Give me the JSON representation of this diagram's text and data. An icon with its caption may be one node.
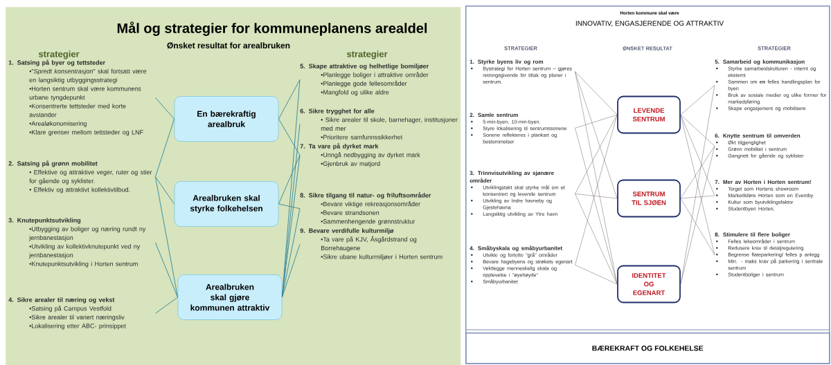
{
  "diagram": {
    "nodes": [
      {
        "text": [
          "Mål og strategier for kommuneplanens arealdel",
          "Ønsket resultat for arealbruken",
          "strategier",
          "strategier"
        ]
      },
      {
        "text": [
          "1. Satsing på byer og tettsteder",
          "•\"*Spredt konsentrasjon*\" skal fortsatt være en langsiktig utbyggingsstrategi",
          "•Horten sentrum skal være kommunens urbane tyngdepunkt",
          "•Konsentrerte tettsteder med korte avstander",
          "•Arealøkonomisering",
          "•Klare grenser mellom tettsteder og LNF"
        ],
        "in": 0
      },
      {
        "text": [
          "2. Satsing på grønn mobilitet",
          "• Effektive og attraktive veger, ruter og stier for gående og syklister.",
          "• Effektiv og attraktivt kollektivtilbud."
        ],
        "in": 0
      },
      {
        "text": [
          "3. Knutepunktsutvikling",
          "•Utbygging av boliger og næring rundt ny jernbanestasjon",
          "•Utvikling av kollektivknutepunkt ved ny jernbanestasjon",
          "•Knutepunktsutvikling i Horten sentrum"
        ],
        "in": 0
      },
      {
        "text": [
          "4. Sikre arealer til næring og vekst",
          "•Satsing på Campus Vestfold",
          "•Sikre arealer til variert næringsliv",
          "•Lokalisering etter ABC- prinsippet"
        ],
        "in": 0
      },
      {
        "text": [
          "En bærekraftig arealbruk"
        ],
        "in": 0
      },
      {
        "text": [
          "Arealbruken skal styrke folkehelsen"
        ],
        "in": 0
      },
      {
        "text": [
          "Arealbruken skal gjøre kommunen attraktiv"
        ],
        "in": 0
      },
      {
        "text": [
          "5. Skape attraktive og helhetlige bomiljøer",
          "•Planlegge boliger i attraktive områder",
          "•Planlegge gode fellesområder",
          "•Mangfold og ulike aldre"
        ],
        "in": 0
      },
      {
        "text": [
          "6. Sikre trygghet for alle",
          "• Sikre arealer til skole, barnehager, institusjoner med mer",
          "•Prioritere samfunnssikkerhet"
        ],
        "in": 0
      },
      {
        "text": [
          "7. Ta vare på dyrket mark",
          "•Unngå nedbygging av dyrket mark",
          "•Gjenbruk av matjord"
        ],
        "in": 0
      },
      {
        "text": [
          "8. Sikre tilgang til natur- og friluftsområder",
          "•Bevare viktige rekreasjonsområder",
          "•Bevare strandsonen",
          "•Sammenhengende grønnstruktur"
        ],
        "in": 0
      },
      {
        "text": [
          "9. Bevare verdifulle kulturmiljø",
          "•Ta vare på KJV, Åsgårdstrand og Borrehaugene",
          "•Sikre ubane kulturmiljøer i Horten sentrum"
        ],
        "in": 0
      },
      {
        "text": [
          "Horten kommune skal være",
          "INNOVATIV, ENGASJERENDE OG ATTRAKTIV",
          "STRATEGIER",
          "ØNSKET RESULTAT",
          "STRATEGIER"
        ]
      },
      {
        "text": [
          "BÆREKRAFT OG FOLKEHELSE"
        ],
        "in": 13
      },
      {
        "text": [
          "1. Styrke byens liv og rom",
          "Bystrategi for Horten sentrum – gjøres retningsgivende for tiltak og planer i sentrum."
        ],
        "in": 13
      },
      {
        "text": [
          "2. Samle sentrum",
          "5-min-byen, 10-min-byen.",
          "Styre lokalisering til sentrumssonene",
          "Sonene reflekteres i plankart og bestemmelser"
        ],
        "in": 13
      },
      {
        "text": [
          "3. Trinnvisutvikling av sjønære områder",
          "Utviklingstakt skal styrke mål om et konsentrert og levende sentrum",
          "Utvikling av Indre havneby og Gjestehavna",
          "Langsiktig utvikling av Ytre havn"
        ],
        "in": 13
      },
      {
        "text": [
          "4. Småbyskala og småbyurbanitet",
          "Utvikle og fortette \"grå\" områder",
          "Bevare hagebyens og strøkets egenart",
          "Vektlegge menneskelig skala og opplevelse i \"øyehøyde\"",
          "Småbyurbanitet"
        ],
        "in": 13
      },
      {
        "text": [
          "LEVENDE SENTRUM"
        ],
        "in": 13
      },
      {
        "text": [
          "SENTRUM TIL SJØEN"
        ],
        "in": 13
      },
      {
        "text": [
          "IDENTITET OG EGENART"
        ],
        "in": 13
      },
      {
        "text": [
          "5. Samarbeid og kommunikasjon",
          "Styrke samarbeidskulturen - internt og eksternt",
          "Sammen om **en** felles handlingsplan for byen",
          "Bruk av sosiale medier og ulike former for markedsføring",
          "Skape engasjement og mobilisere"
        ],
        "in": 13
      },
      {
        "text": [
          "6. Knytte sentrum til omverden",
          "Økt tilgjenglighet",
          "Grønn mobilitet i sentrum",
          "Gangnett for gående og syklister"
        ],
        "in": 13
      },
      {
        "text": [
          "7. Mer av Horten i Horten sentrum!",
          "Torget som Hortens showroom",
          "Markedsføre Horten som en Eventby",
          "Kultur som byutviklingsfaktor",
          "Studentbyen Horten,"
        ],
        "in": 13
      },
      {
        "text": [
          "8. Stimulere til flere boliger",
          "Felles lekeområder i sentrum",
          "Redusere krav til detaljregulering",
          "Begrense flateparkering/ felles p anlegg",
          "Min. - maks krav på parkering i sentrale sentrum",
          "Studentboliger i sentrum"
        ],
        "in": 13
      }
    ],
    "edges": [
      {
        "from": 1,
        "to": 5,
        "arrow": "none",
        "color": "#31859c"
      },
      {
        "from": 2,
        "to": 5,
        "arrow": "none",
        "color": "#31859c"
      },
      {
        "from": 2,
        "to": 6,
        "arrow": "none",
        "color": "#31859c"
      },
      {
        "from": 2,
        "to": 7,
        "arrow": "none",
        "color": "#31859c"
      },
      {
        "from": 3,
        "to": 7,
        "arrow": "none",
        "color": "#31859c"
      },
      {
        "from": 4,
        "to": 7,
        "arrow": "none",
        "color": "#31859c"
      },
      {
        "from": 5,
        "to": 8,
        "arrow": "none",
        "color": "#31859c"
      },
      {
        "from": 5,
        "to": 10,
        "arrow": "none",
        "color": "#31859c"
      },
      {
        "from": 6,
        "to": 10,
        "arrow": "none",
        "color": "#31859c"
      },
      {
        "from": 6,
        "to": 11,
        "arrow": "none",
        "color": "#31859c"
      },
      {
        "from": 7,
        "to": 8,
        "arrow": "none",
        "color": "#31859c"
      },
      {
        "from": 7,
        "to": 9,
        "arrow": "none",
        "color": "#31859c"
      },
      {
        "from": 7,
        "to": 10,
        "arrow": "none",
        "color": "#31859c"
      },
      {
        "from": 7,
        "to": 11,
        "arrow": "none",
        "color": "#31859c"
      },
      {
        "from": 7,
        "to": 12,
        "arrow": "none",
        "color": "#31859c"
      },
      {
        "from": 15,
        "to": 19,
        "arrow": "none"
      },
      {
        "from": 15,
        "to": 20,
        "arrow": "none"
      },
      {
        "from": 15,
        "to": 21,
        "arrow": "none"
      },
      {
        "from": 16,
        "to": 19,
        "arrow": "none"
      },
      {
        "from": 16,
        "to": 21,
        "arrow": "none"
      },
      {
        "from": 17,
        "to": 19,
        "arrow": "none"
      },
      {
        "from": 17,
        "to": 20,
        "arrow": "none"
      },
      {
        "from": 17,
        "to": 21,
        "arrow": "none"
      },
      {
        "from": 18,
        "to": 19,
        "arrow": "none"
      },
      {
        "from": 18,
        "to": 21,
        "arrow": "none"
      },
      {
        "from": 19,
        "to": 22,
        "arrow": "none"
      },
      {
        "from": 19,
        "to": 23,
        "arrow": "none"
      },
      {
        "from": 19,
        "to": 24,
        "arrow": "none"
      },
      {
        "from": 19,
        "to": 25,
        "arrow": "none"
      },
      {
        "from": 20,
        "to": 23,
        "arrow": "none"
      },
      {
        "from": 20,
        "to": 24,
        "arrow": "none"
      },
      {
        "from": 20,
        "to": 25,
        "arrow": "none"
      },
      {
        "from": 21,
        "to": 22,
        "arrow": "none"
      },
      {
        "from": 21,
        "to": 23,
        "arrow": "none"
      }
    ]
  }
}
